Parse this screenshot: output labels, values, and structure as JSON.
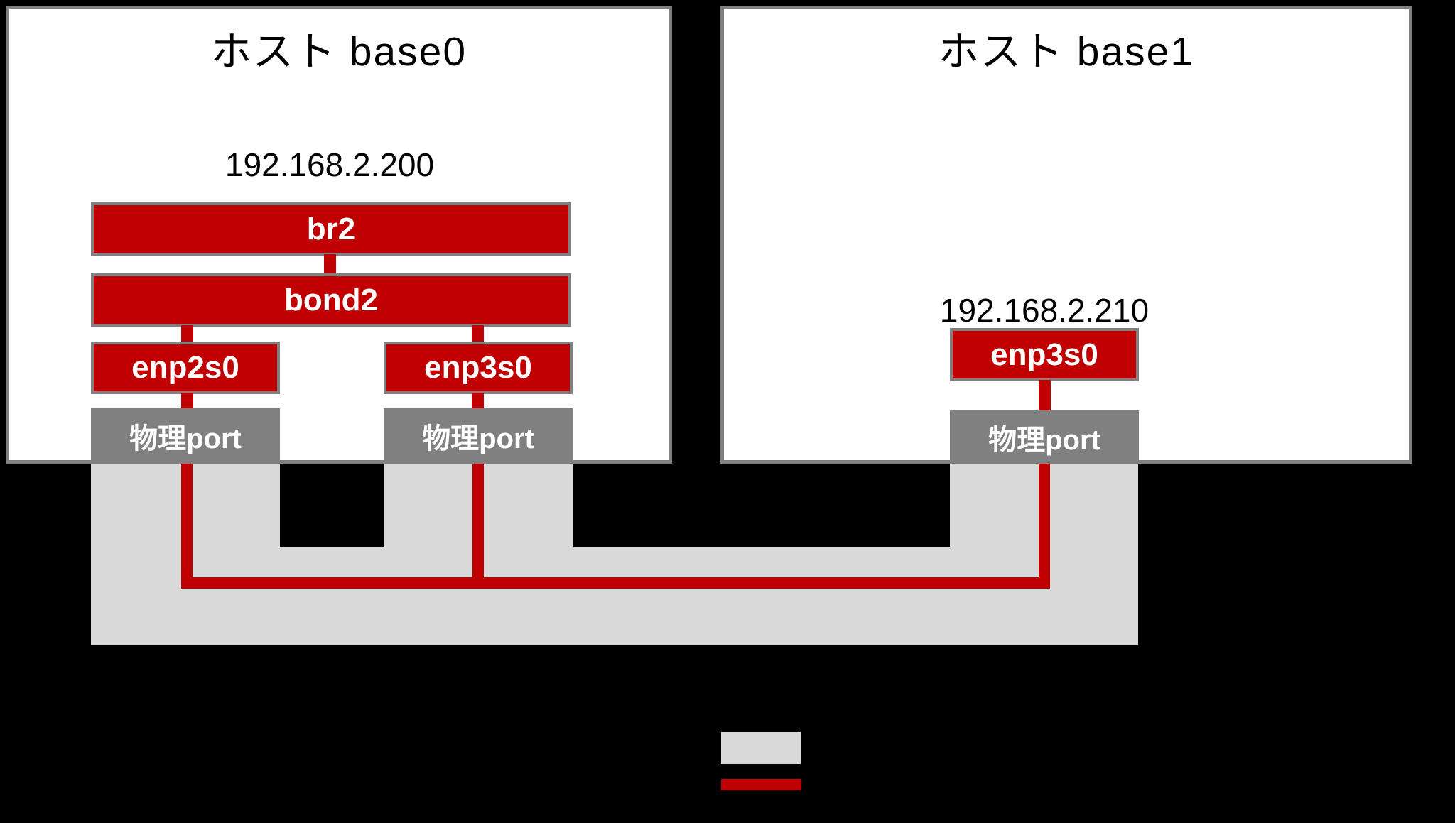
{
  "colors": {
    "bg": "#000000",
    "host_bg": "#ffffff",
    "border_gray": "#808080",
    "port_gray": "#808080",
    "cable_gray": "#d9d9d9",
    "red": "#c00000",
    "text": "#000000"
  },
  "host0": {
    "title": "ホスト base0",
    "ip": "192.168.2.200",
    "bridge_label": "br2",
    "bond_label": "bond2",
    "nic1_label": "enp2s0",
    "nic2_label": "enp3s0",
    "port1_label": "物理port",
    "port2_label": "物理port"
  },
  "host1": {
    "title": "ホスト base1",
    "ip": "192.168.2.210",
    "nic_label": "enp3s0",
    "port_label": "物理port"
  },
  "legend": {
    "switch_swatch_color": "#d9d9d9",
    "cable_swatch_color": "#c00000"
  }
}
